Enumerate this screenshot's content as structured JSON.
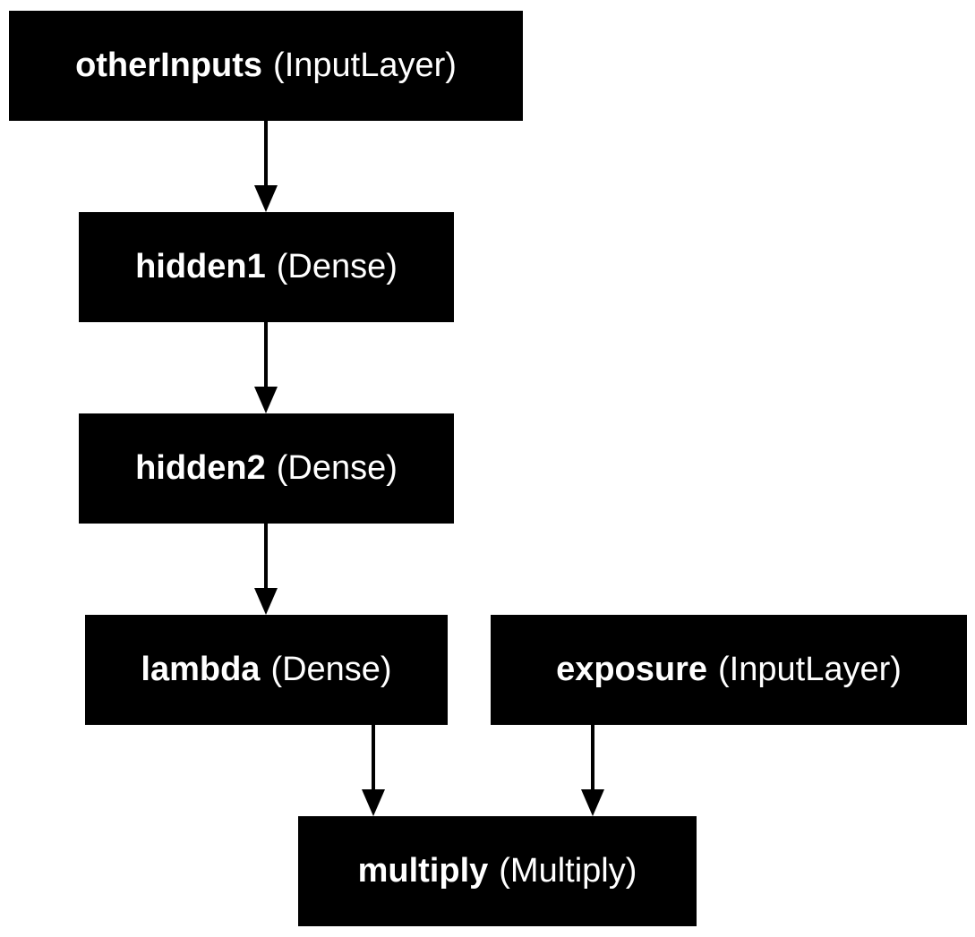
{
  "diagram": {
    "nodes": [
      {
        "id": "otherInputs",
        "name": "otherInputs",
        "type": "(InputLayer)"
      },
      {
        "id": "hidden1",
        "name": "hidden1",
        "type": "(Dense)"
      },
      {
        "id": "hidden2",
        "name": "hidden2",
        "type": "(Dense)"
      },
      {
        "id": "lambda",
        "name": "lambda",
        "type": "(Dense)"
      },
      {
        "id": "exposure",
        "name": "exposure",
        "type": "(InputLayer)"
      },
      {
        "id": "multiply",
        "name": "multiply",
        "type": "(Multiply)"
      }
    ],
    "edges": [
      {
        "from": "otherInputs",
        "to": "hidden1"
      },
      {
        "from": "hidden1",
        "to": "hidden2"
      },
      {
        "from": "hidden2",
        "to": "lambda"
      },
      {
        "from": "lambda",
        "to": "multiply"
      },
      {
        "from": "exposure",
        "to": "multiply"
      }
    ],
    "colors": {
      "node_fill": "#000000",
      "node_text": "#ffffff",
      "edge": "#000000",
      "background": "#ffffff"
    }
  }
}
